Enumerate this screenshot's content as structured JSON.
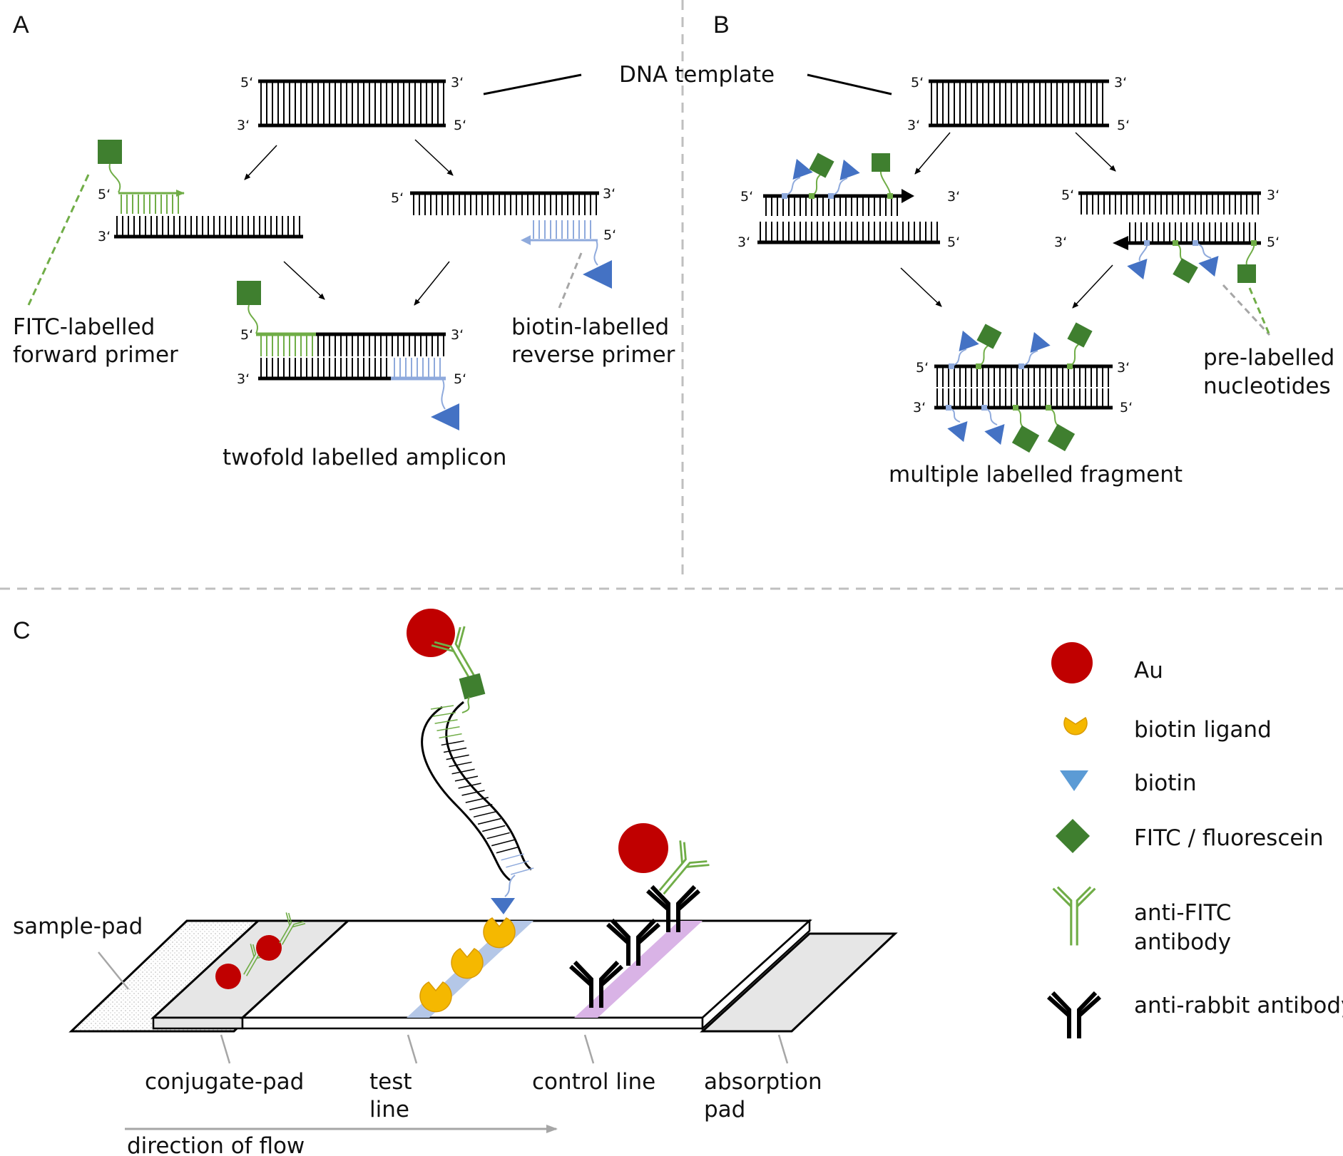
{
  "panels": {
    "a": "A",
    "b": "B",
    "c": "C"
  },
  "ends": {
    "five": "5‘",
    "three": "3‘"
  },
  "panel_a": {
    "dna_template": "DNA template",
    "fitc_primer_line1": "FITC-labelled",
    "fitc_primer_line2": "forward primer",
    "biotin_primer_line1": "biotin-labelled",
    "biotin_primer_line2": "reverse primer",
    "amplicon": "twofold labelled amplicon"
  },
  "panel_b": {
    "prelabelled_line1": "pre-labelled",
    "prelabelled_line2": "nucleotides",
    "fragment": "multiple labelled fragment"
  },
  "panel_c": {
    "sample_pad": "sample-pad",
    "conjugate_pad": "conjugate-pad",
    "test_line_1": "test",
    "test_line_2": "line",
    "control_line": "control line",
    "absorption_pad_1": "absorption",
    "absorption_pad_2": "pad",
    "direction_of_flow": "direction of flow"
  },
  "legend": [
    {
      "label": "Au",
      "icon": "gold-nanoparticle-icon"
    },
    {
      "label": "biotin ligand",
      "icon": "biotin-ligand-icon"
    },
    {
      "label": "biotin",
      "icon": "biotin-icon"
    },
    {
      "label": "FITC / fluorescein",
      "icon": "fitc-icon"
    },
    {
      "label": "anti-FITC",
      "label2": "antibody",
      "icon": "anti-fitc-antibody-icon"
    },
    {
      "label": "anti-rabbit antibody",
      "icon": "anti-rabbit-antibody-icon"
    }
  ],
  "colors": {
    "gold": "#c00000",
    "ligand": "#f5b800",
    "biotin": "#4472c4",
    "fitc": "#3f7f2f",
    "antiFitc": "#70ad47",
    "primerBlue": "#8faadc",
    "testLine": "#b4c7e7",
    "controlLine": "#d9b3e6",
    "pad": "#e6e6e6",
    "divider": "#bfbfbf"
  }
}
